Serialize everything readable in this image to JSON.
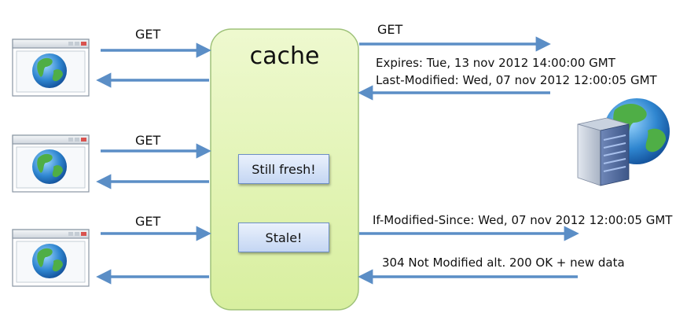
{
  "cache": {
    "title": "cache",
    "status_fresh": "Still fresh!",
    "status_stale": "Stale!"
  },
  "clients": [
    {
      "request_label": "GET"
    },
    {
      "request_label": "GET"
    },
    {
      "request_label": "GET"
    }
  ],
  "server": {
    "request_label": "GET",
    "response_expires": "Expires: Tue, 13 nov 2012 14:00:00 GMT",
    "response_last_modified": "Last-Modified: Wed, 07 nov 2012 12:00:05 GMT",
    "conditional_request": "If-Modified-Since: Wed, 07 nov 2012 12:00:05 GMT",
    "conditional_response": "304 Not Modified alt. 200 OK + new data"
  },
  "icons": {
    "client": "browser-window-globe-icon",
    "server": "server-globe-icon"
  },
  "colors": {
    "arrow": "#5b8ec6",
    "cache_fill": "#e6f5c0",
    "cache_border": "#9fc27a",
    "status_border": "#6d8fc6"
  }
}
